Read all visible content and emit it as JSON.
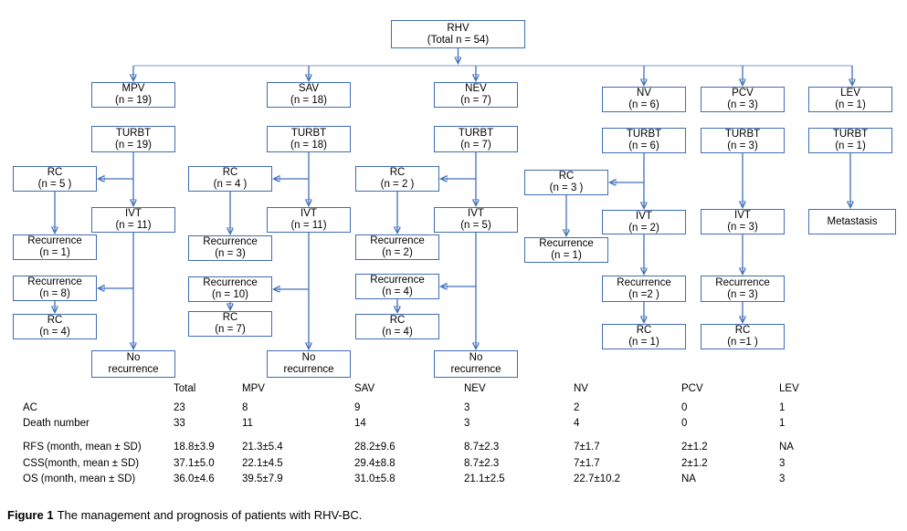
{
  "colors": {
    "accent": "#4070B8",
    "box_border": "#3F6CB5",
    "text": "#000000"
  },
  "figure": {
    "caption_label": "Figure 1",
    "caption_text": "The management and prognosis of patients with RHV-BC."
  },
  "flow": {
    "root": {
      "l1": "RHV",
      "l2": "(Total n = 54)"
    },
    "mpv": {
      "branch": {
        "l1": "MPV",
        "l2": "(n = 19)"
      },
      "turbt": {
        "l1": "TURBT",
        "l2": "(n = 19)"
      },
      "rc1": {
        "l1": "RC",
        "l2": "(n = 5 )"
      },
      "ivt": {
        "l1": "IVT",
        "l2": "(n = 11)"
      },
      "rec1": {
        "l1": "Recurrence",
        "l2": "(n = 1)"
      },
      "rec2": {
        "l1": "Recurrence",
        "l2": "(n = 8)"
      },
      "rc2": {
        "l1": "RC",
        "l2": "(n = 4)"
      },
      "norec": {
        "l1": "No",
        "l2": "recurrence"
      }
    },
    "sav": {
      "branch": {
        "l1": "SAV",
        "l2": "(n = 18)"
      },
      "turbt": {
        "l1": "TURBT",
        "l2": "(n = 18)"
      },
      "rc1": {
        "l1": "RC",
        "l2": "(n = 4 )"
      },
      "ivt": {
        "l1": "IVT",
        "l2": "(n = 11)"
      },
      "rec1": {
        "l1": "Recurrence",
        "l2": "(n = 3)"
      },
      "rec2": {
        "l1": "Recurrence",
        "l2": "(n = 10)"
      },
      "rc2": {
        "l1": "RC",
        "l2": "(n = 7)"
      },
      "norec": {
        "l1": "No",
        "l2": "recurrence"
      }
    },
    "nev": {
      "branch": {
        "l1": "NEV",
        "l2": "(n = 7)"
      },
      "turbt": {
        "l1": "TURBT",
        "l2": "(n = 7)"
      },
      "rc1": {
        "l1": "RC",
        "l2": "(n = 2 )"
      },
      "ivt": {
        "l1": "IVT",
        "l2": "(n = 5)"
      },
      "rec1": {
        "l1": "Recurrence",
        "l2": "(n = 2)"
      },
      "rec2": {
        "l1": "Recurrence",
        "l2": "(n = 4)"
      },
      "rc2": {
        "l1": "RC",
        "l2": "(n = 4)"
      },
      "norec": {
        "l1": "No",
        "l2": "recurrence"
      }
    },
    "nv": {
      "branch": {
        "l1": "NV",
        "l2": "(n = 6)"
      },
      "turbt": {
        "l1": "TURBT",
        "l2": "(n = 6)"
      },
      "rc1": {
        "l1": "RC",
        "l2": "(n = 3 )"
      },
      "ivt": {
        "l1": "IVT",
        "l2": "(n = 2)"
      },
      "rec1": {
        "l1": "Recurrence",
        "l2": "(n = 1)"
      },
      "rec2": {
        "l1": "Recurrence",
        "l2": "(n =2 )"
      },
      "rc2": {
        "l1": "RC",
        "l2": "(n = 1)"
      }
    },
    "pcv": {
      "branch": {
        "l1": "PCV",
        "l2": "(n = 3)"
      },
      "turbt": {
        "l1": "TURBT",
        "l2": "(n = 3)"
      },
      "ivt": {
        "l1": "IVT",
        "l2": "(n = 3)"
      },
      "rec": {
        "l1": "Recurrence",
        "l2": "(n = 3)"
      },
      "rc": {
        "l1": "RC",
        "l2": "(n =1 )"
      }
    },
    "lev": {
      "branch": {
        "l1": "LEV",
        "l2": "(n = 1)"
      },
      "turbt": {
        "l1": "TURBT",
        "l2": "(n = 1)"
      },
      "meta": {
        "l1": "Metastasis"
      }
    }
  },
  "table": {
    "headers": [
      "Total",
      "MPV",
      "SAV",
      "NEV",
      "NV",
      "PCV",
      "LEV"
    ],
    "rows": [
      {
        "label": "AC",
        "values": [
          "23",
          "8",
          "9",
          "3",
          "2",
          "0",
          "1"
        ]
      },
      {
        "label": "Death number",
        "values": [
          "33",
          "11",
          "14",
          "3",
          "4",
          "0",
          "1"
        ]
      },
      {
        "label": "RFS (month, mean ± SD)",
        "values": [
          "18.8±3.9",
          "21.3±5.4",
          "28.2±9.6",
          "8.7±2.3",
          "7±1.7",
          "2±1.2",
          "NA"
        ]
      },
      {
        "label": "CSS(month, mean ± SD)",
        "values": [
          "37.1±5.0",
          "22.1±4.5",
          "29.4±8.8",
          "8.7±2.3",
          "7±1.7",
          "2±1.2",
          "3"
        ]
      },
      {
        "label": "OS (month, mean ± SD)",
        "values": [
          "36.0±4.6",
          "39.5±7.9",
          "31.0±5.8",
          "21.1±2.5",
          "22.7±10.2",
          "NA",
          "3"
        ]
      }
    ]
  }
}
